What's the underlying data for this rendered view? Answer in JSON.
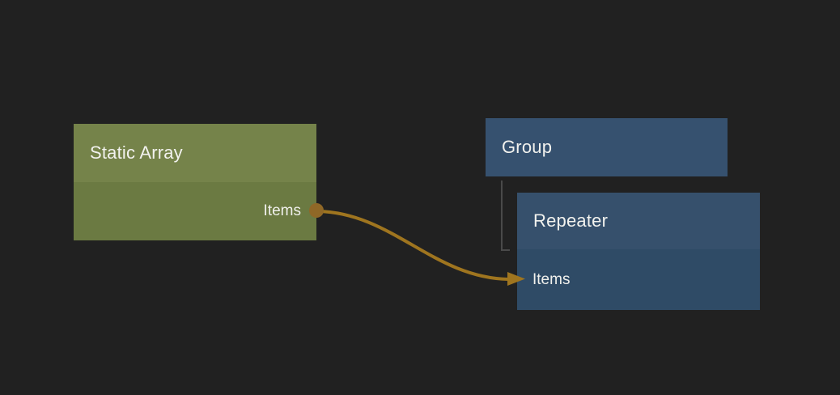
{
  "app": {
    "background_color": "#212121",
    "text_color": "#f2f2ee"
  },
  "nodes": {
    "static_array": {
      "title": "Static Array",
      "output_port_label": "Items",
      "header_color": "#75834a",
      "body_color": "#6b7a42"
    },
    "group": {
      "title": "Group",
      "header_color": "#36516f"
    },
    "repeater": {
      "title": "Repeater",
      "input_port_label": "Items",
      "header_color": "#36506c",
      "body_color": "#2f4b66"
    }
  },
  "connection": {
    "from_node": "Static Array",
    "from_port": "Items",
    "to_node": "Repeater",
    "to_port": "Items",
    "wire_color": "#9f751f",
    "port_dot_color": "#906827"
  },
  "hierarchy_link": {
    "from_node": "Group",
    "to_node": "Repeater",
    "color": "#4a4a4a"
  }
}
